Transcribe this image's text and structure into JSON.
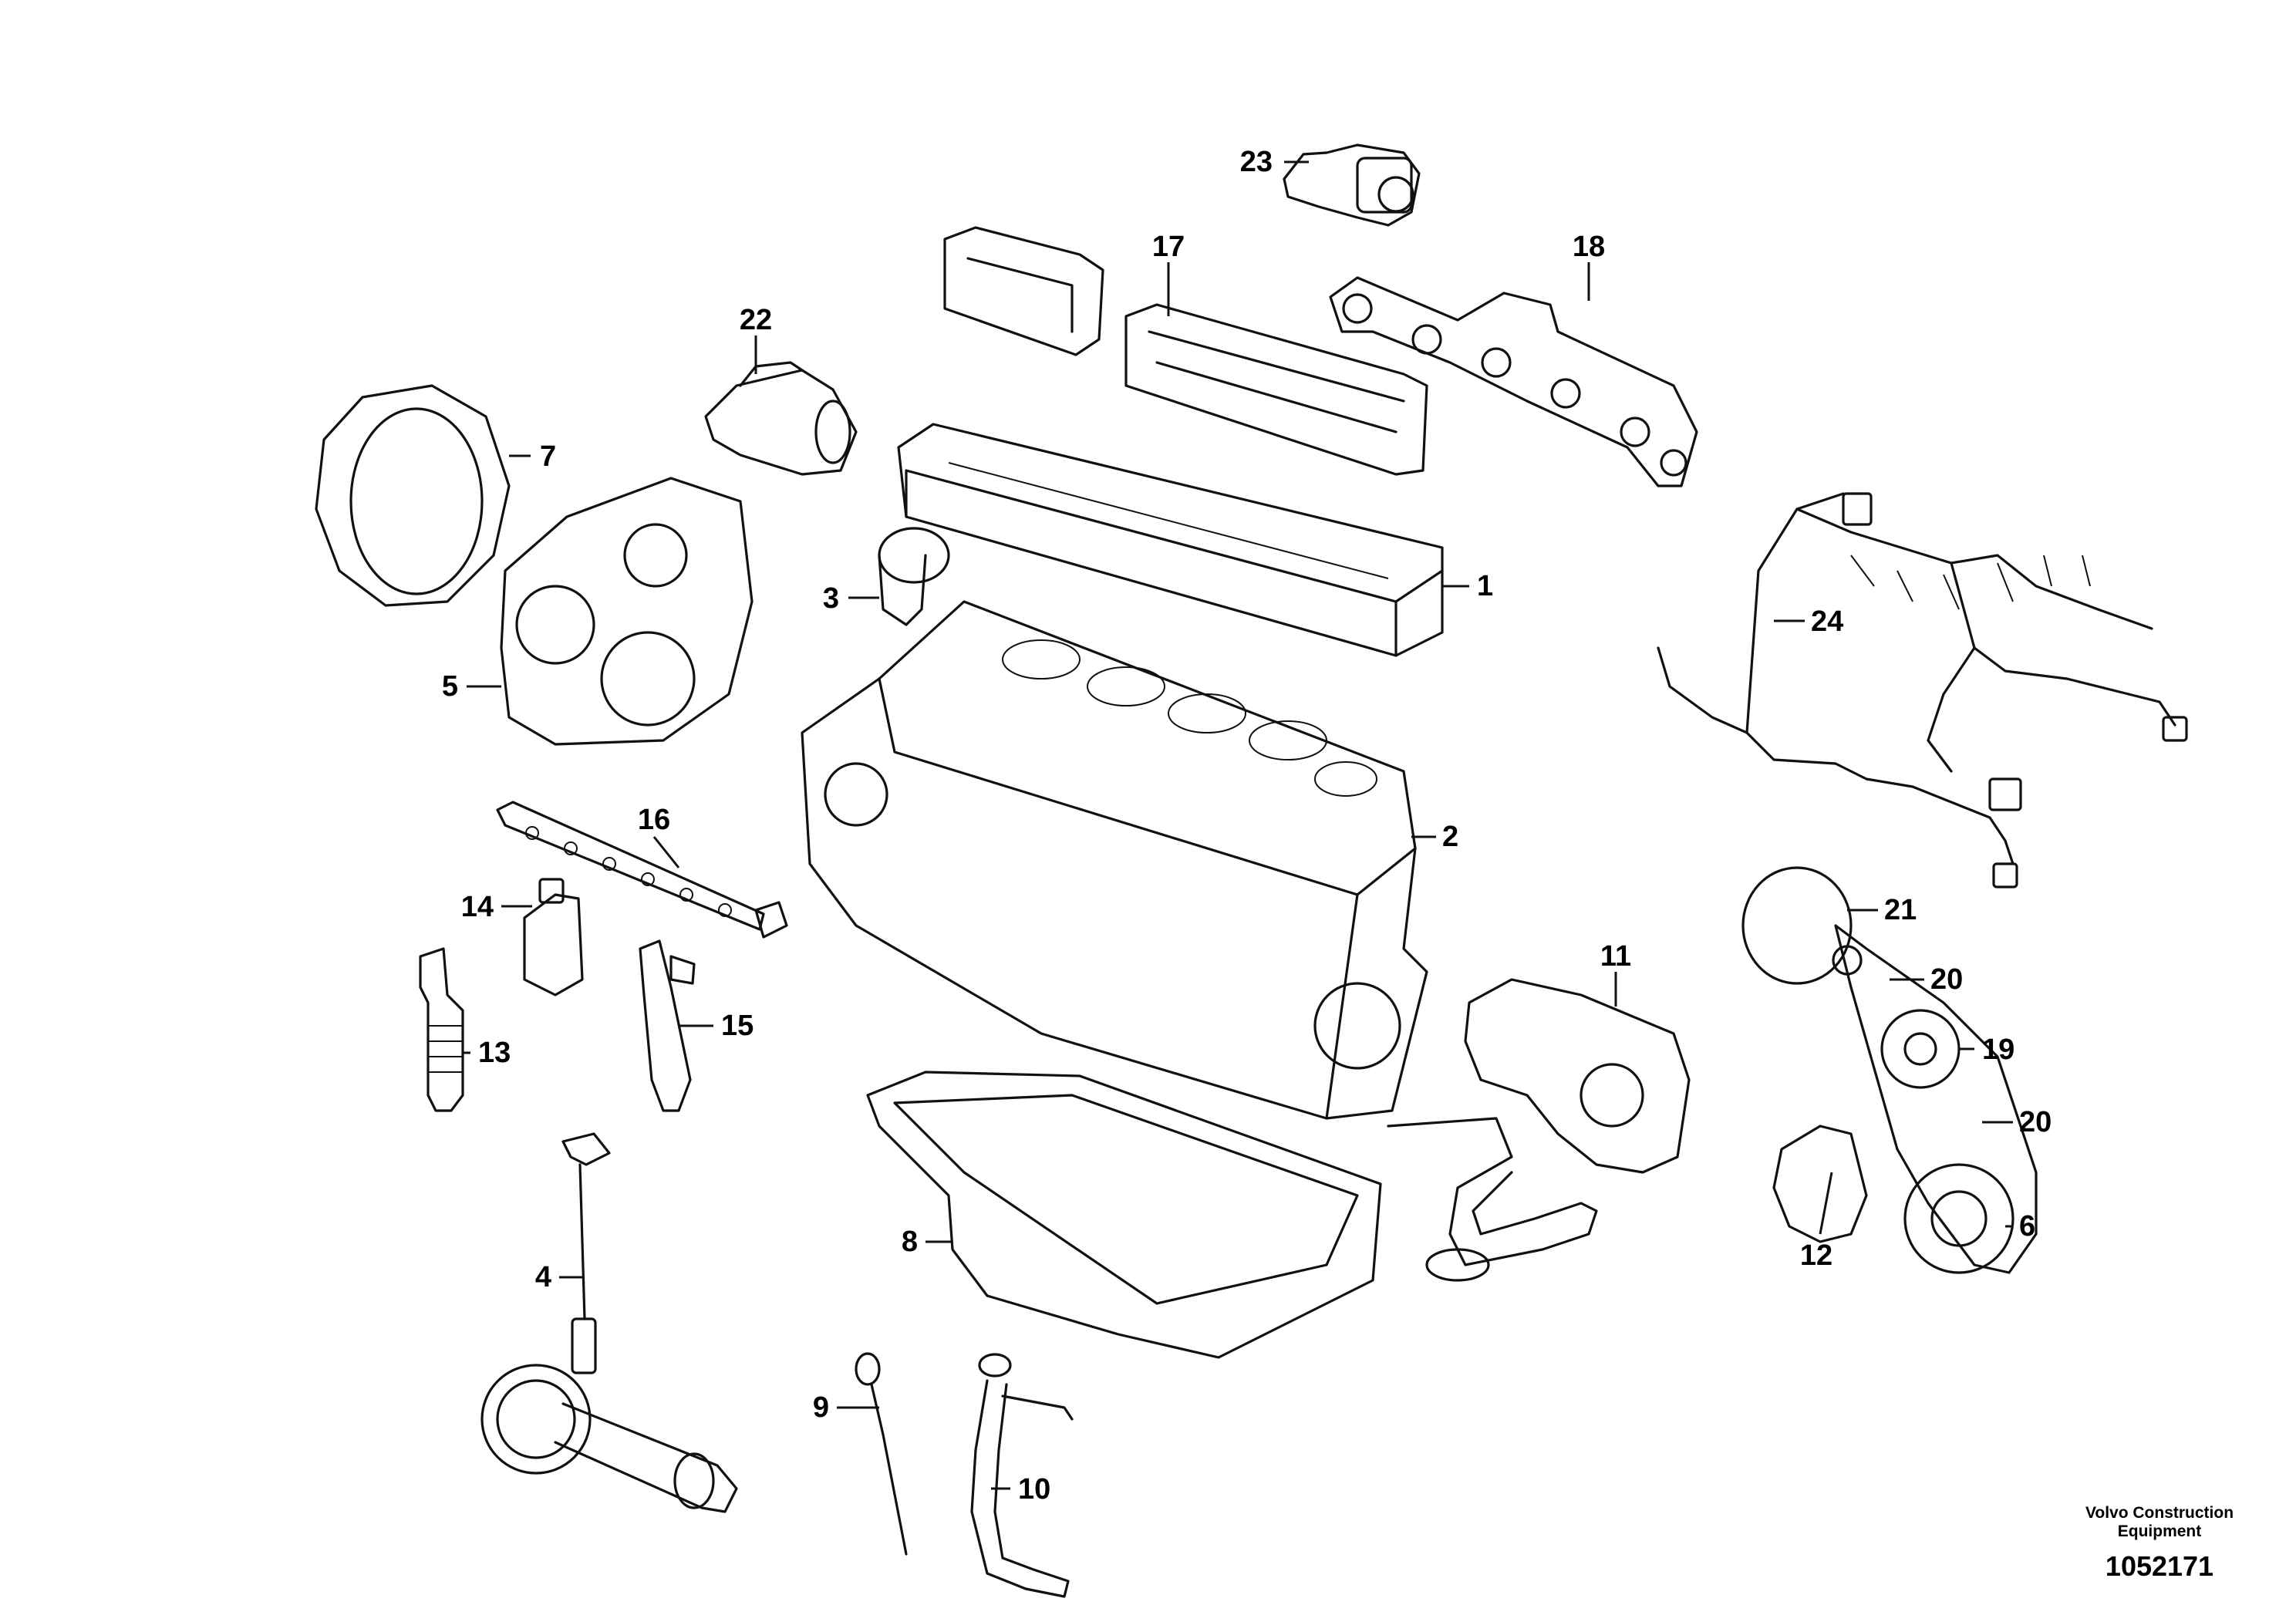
{
  "callouts": {
    "c1": "1",
    "c2": "2",
    "c3": "3",
    "c4": "4",
    "c5": "5",
    "c6": "6",
    "c7": "7",
    "c8": "8",
    "c9": "9",
    "c10": "10",
    "c11": "11",
    "c12": "12",
    "c13": "13",
    "c14": "14",
    "c15": "15",
    "c16": "16",
    "c17": "17",
    "c18": "18",
    "c19": "19",
    "c20a": "20",
    "c20b": "20",
    "c21": "21",
    "c22": "22",
    "c23": "23",
    "c24": "24"
  },
  "footer": {
    "brand_line1": "Volvo Construction",
    "brand_line2": "Equipment",
    "document_number": "1052171"
  }
}
